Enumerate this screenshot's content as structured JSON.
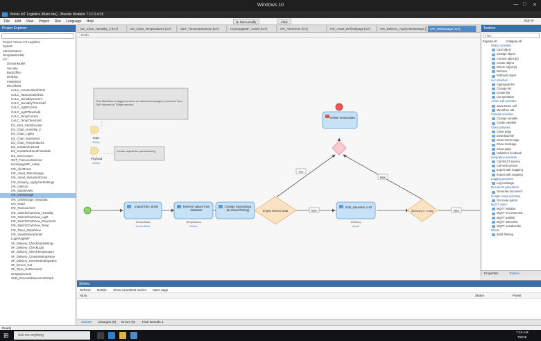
{
  "window": {
    "title": "Windows 10"
  },
  "app": {
    "title": "Veloxx IoT Logistics (Main line) - Mendix Modeler 7.12.0 rc15",
    "run_label": "Run Locally",
    "view_label": "View",
    "signin_label": "Sign in"
  },
  "menu": [
    "File",
    "Edit",
    "View",
    "Project",
    "Run",
    "Language",
    "Help"
  ],
  "project_explorer": {
    "title": "Project Explorer",
    "items": [
      {
        "label": "Project 'Veloxx IoT Logistics'",
        "indent": 0
      },
      {
        "label": "System",
        "indent": 0
      },
      {
        "label": "Administration",
        "indent": 0
      },
      {
        "label": "TemplateModels",
        "indent": 0
      },
      {
        "label": "IoT",
        "indent": 0
      },
      {
        "label": "DomainModel",
        "indent": 2
      },
      {
        "label": "Security",
        "indent": 2
      },
      {
        "label": "BackOffice",
        "indent": 2
      },
      {
        "label": "Desktop",
        "indent": 2
      },
      {
        "label": "Integration",
        "indent": 2
      },
      {
        "label": "Microflows",
        "indent": 2
      },
      {
        "label": "CALC_CountLinkedAlerts",
        "indent": 4
      },
      {
        "label": "CALC_HasUnreadAlerts",
        "indent": 4
      },
      {
        "label": "CALC_HumidityCurrent",
        "indent": 4
      },
      {
        "label": "CALC_HumidityThreshold",
        "indent": 4
      },
      {
        "label": "CALC_LightCurrent",
        "indent": 4
      },
      {
        "label": "CALC_LightThreshold",
        "indent": 4
      },
      {
        "label": "CALC_TempCurrent",
        "indent": 4
      },
      {
        "label": "CALC_TempThreshold",
        "indent": 4
      },
      {
        "label": "DS_Alert_GetInfoAsset",
        "indent": 4
      },
      {
        "label": "DS_Chart_Humidity_2",
        "indent": 4
      },
      {
        "label": "DS_Chart_Light2",
        "indent": 4
      },
      {
        "label": "DS_Chart_Movement",
        "indent": 4
      },
      {
        "label": "DS_Chart_Temperature2",
        "indent": 4
      },
      {
        "label": "DS_CreateAlertUsed",
        "indent": 4
      },
      {
        "label": "DS_CreateNotUsedForMobile",
        "indent": 4
      },
      {
        "label": "DS_GetAccount",
        "indent": 4
      },
      {
        "label": "GET_TimeLineSelector",
        "indent": 4
      },
      {
        "label": "HomepageMF_Admin",
        "indent": 4
      },
      {
        "label": "IVK_AlertTimer",
        "indent": 4
      },
      {
        "label": "IVK_Asset_Refreshpage",
        "indent": 4
      },
      {
        "label": "IVK_Asset_StreamIotClose",
        "indent": 4
      },
      {
        "label": "IVK_Delivery_ApplyAlertSettings",
        "indent": 4
      },
      {
        "label": "IVK_GetIcon",
        "indent": 4
      },
      {
        "label": "IVK_MobileView",
        "indent": 4
      },
      {
        "label": "IVK_OnMessage",
        "indent": 4,
        "selected": true
      },
      {
        "label": "IVK_OnMessage_NewData",
        "indent": 4
      },
      {
        "label": "IVK_Read",
        "indent": 4
      },
      {
        "label": "IVK_RemoveAlert",
        "indent": 4
      },
      {
        "label": "IVK_SwitchChartView_Humidity",
        "indent": 4
      },
      {
        "label": "IVK_SwitchChartView_Light",
        "indent": 4
      },
      {
        "label": "IVK_SwitchChartView_Movement",
        "indent": 4
      },
      {
        "label": "IVK_SwitchChartView_Temp",
        "indent": 4
      },
      {
        "label": "IVK_Timer_DetailView",
        "indent": 4
      },
      {
        "label": "IVK_ViewDeliveryDetail",
        "indent": 4
      },
      {
        "label": "LoginPageMF",
        "indent": 4
      },
      {
        "label": "SF_Delivery_CheckSubSettings",
        "indent": 4
      },
      {
        "label": "SF_Delivery_CheckLight",
        "indent": 4
      },
      {
        "label": "SF_Delivery_CheckTemperature",
        "indent": 4
      },
      {
        "label": "SF_Delivery_CreateSettingsNew",
        "indent": 4
      },
      {
        "label": "SF_Delivery_GetAlertSettingsNew",
        "indent": 4
      },
      {
        "label": "SF_Device_Get",
        "indent": 4
      },
      {
        "label": "SF_Topic_GetSensorId",
        "indent": 4
      },
      {
        "label": "stringtodecimal",
        "indent": 4
      },
      {
        "label": "SUB_GenerateMovementGraph",
        "indent": 4
      }
    ]
  },
  "editor": {
    "tabs": [
      {
        "label": "DS_Chart_Humidity_2 [IoT]"
      },
      {
        "label": "DS_Chart_Temperature2 [IoT]"
      },
      {
        "label": "GET_TimeLineSelector [IoT]"
      },
      {
        "label": "HomepageMF_Admin [IoT]"
      },
      {
        "label": "IVK_AlertTimer [IoT]"
      },
      {
        "label": "IVK_Asset_Refreshpage [IoT]"
      },
      {
        "label": "IVK_Delivery_ApplyAlertSettings [IoT]"
      },
      {
        "label": "IVK_OnMessage [IoT]",
        "active": true
      }
    ],
    "toolbar_label": "Undo",
    "microflow": {
      "annotation1": "This Microflow is triggered when an inbound message is received from SAP Internet of Things service.",
      "annotation2": "Create objects for parsed string",
      "param_topic": "Topic",
      "param_topic_type": "String",
      "param_payload": "Payload",
      "param_payload_type": "String",
      "act_import": "Import from JSON",
      "act_import_cap": "SensorData",
      "act_import_cap2": "SensorData",
      "act_retrieve": "Retrieve Values from database",
      "act_retrieve_cap": "TempValues",
      "act_retrieve_cap2": "Values",
      "act_change": "Change SensorData (& Values/Timing)",
      "split_empty": "Empty Sensor Data",
      "label_false": "false",
      "label_true": "true",
      "act_sub": "SUB_GetAsset, A-ID",
      "act_sub_cap": "Delivery",
      "act_sub_cap2": "Asset",
      "split_delivery": "$Delivery != empty",
      "label_false2": "false",
      "act_delete": "Delete SensorData",
      "label_false3": "false"
    }
  },
  "toolbox": {
    "title": "Toolbox",
    "filter_label": "Filter",
    "expand_all": "Expand All",
    "collapse_all": "Collapse All",
    "items": [
      {
        "label": "Object activities",
        "cat": true
      },
      {
        "label": "Cast object"
      },
      {
        "label": "Change object"
      },
      {
        "label": "Commit object(s)"
      },
      {
        "label": "Create object"
      },
      {
        "label": "Delete object(s)"
      },
      {
        "label": "Retrieve"
      },
      {
        "label": "Rollback object"
      },
      {
        "label": "List activities",
        "cat": true
      },
      {
        "label": "Aggregate list"
      },
      {
        "label": "Change list"
      },
      {
        "label": "Create list"
      },
      {
        "label": "List operation"
      },
      {
        "label": "Action call activities",
        "cat": true
      },
      {
        "label": "Java action call"
      },
      {
        "label": "Microflow call"
      },
      {
        "label": "Variable activities",
        "cat": true
      },
      {
        "label": "Change variable"
      },
      {
        "label": "Create variable"
      },
      {
        "label": "Client activities",
        "cat": true
      },
      {
        "label": "Close page"
      },
      {
        "label": "Download file"
      },
      {
        "label": "Show home page"
      },
      {
        "label": "Show message"
      },
      {
        "label": "Show page"
      },
      {
        "label": "Validation feedback"
      },
      {
        "label": "Integration activities",
        "cat": true
      },
      {
        "label": "Call REST service"
      },
      {
        "label": "Call web service"
      },
      {
        "label": "Export with mapping"
      },
      {
        "label": "Import with mapping"
      },
      {
        "label": "Logging activities",
        "cat": true
      },
      {
        "label": "Log message"
      },
      {
        "label": "Document generation",
        "cat": true
      },
      {
        "label": "Generate document"
      },
      {
        "label": "Google maps activities",
        "cat": true
      },
      {
        "label": "Get route points"
      },
      {
        "label": "MQTT client",
        "cat": true
      },
      {
        "label": "MQTT initialize"
      },
      {
        "label": "MQTT is Connected"
      },
      {
        "label": "MQTT publish"
      },
      {
        "label": "MQTT subscribe"
      },
      {
        "label": "MQTT unsubscribe"
      },
      {
        "label": "OData",
        "cat": true
      },
      {
        "label": "Build filtering"
      }
    ],
    "bottom_tabs": [
      "Properties",
      "Toolbox"
    ]
  },
  "stories": {
    "title": "Stories",
    "refresh": "Refresh",
    "details": "Details",
    "show_completed": "Show completed stories",
    "open_page": "Open page",
    "col_story": "Story",
    "col_status": "Status",
    "col_points": "Points"
  },
  "bottom_tabs": [
    "Stories",
    "Changes (0)",
    "Errors (0)",
    "Find Results 1"
  ],
  "status": {
    "text": "Ready"
  },
  "taskbar": {
    "search": "Ask me anything",
    "time": "7:16 AM",
    "date": "7/6/18"
  }
}
